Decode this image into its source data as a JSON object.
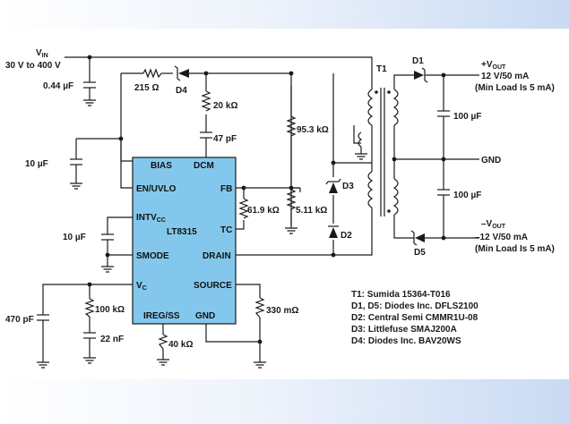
{
  "input": {
    "v_label": "V",
    "v_sub": "IN",
    "range": "30 V to 400 V"
  },
  "components": {
    "c_in": "0.44 µF",
    "r_215": "215 Ω",
    "d4": "D4",
    "r_20k": "20 kΩ",
    "c_47p": "47 pF",
    "r_95k": "95.3 kΩ",
    "c_bias": "10 µF",
    "r_61k": "61.9 kΩ",
    "r_5k11": "5.11 kΩ",
    "c_intv": "10 µF",
    "d3": "D3",
    "d2": "D2",
    "c_470p": "470 pF",
    "r_100k": "100 kΩ",
    "c_22n": "22 nF",
    "r_40k": "40 kΩ",
    "r_330m": "330 mΩ",
    "t1": "T1",
    "d1": "D1",
    "d5": "D5",
    "c_out1": "100 µF",
    "c_out2": "100 µF"
  },
  "ic": {
    "name": "LT8315",
    "pins": {
      "bias": "BIAS",
      "dcm": "DCM",
      "en": "EN/UVLO",
      "fb": "FB",
      "intv": "INTV",
      "intv_sub": "CC",
      "tc": "TC",
      "smode": "SMODE",
      "drain": "DRAIN",
      "vc": "V",
      "vc_sub": "C",
      "source": "SOURCE",
      "ireg": "IREG/SS",
      "gnd": "GND"
    }
  },
  "outputs": {
    "pos_label": "+V",
    "pos_sub": "OUT",
    "pos_spec": "12 V/50 mA",
    "pos_min": "(Min Load Is 5 mA)",
    "gnd": "GND",
    "neg_label": "–V",
    "neg_sub": "OUT",
    "neg_spec": "–12 V/50 mA",
    "neg_min": "(Min Load Is 5 mA)"
  },
  "bom": [
    "T1: Sumida 15364-T016",
    "D1, D5: Diodes Inc. DFLS2100",
    "D2: Central Semi CMMR1U-08",
    "D3: Littlefuse SMAJ200A",
    "D4: Diodes Inc. BAV20WS"
  ],
  "colors": {
    "ic_fill": "#83c8ec",
    "wire": "#1a1a1a"
  }
}
